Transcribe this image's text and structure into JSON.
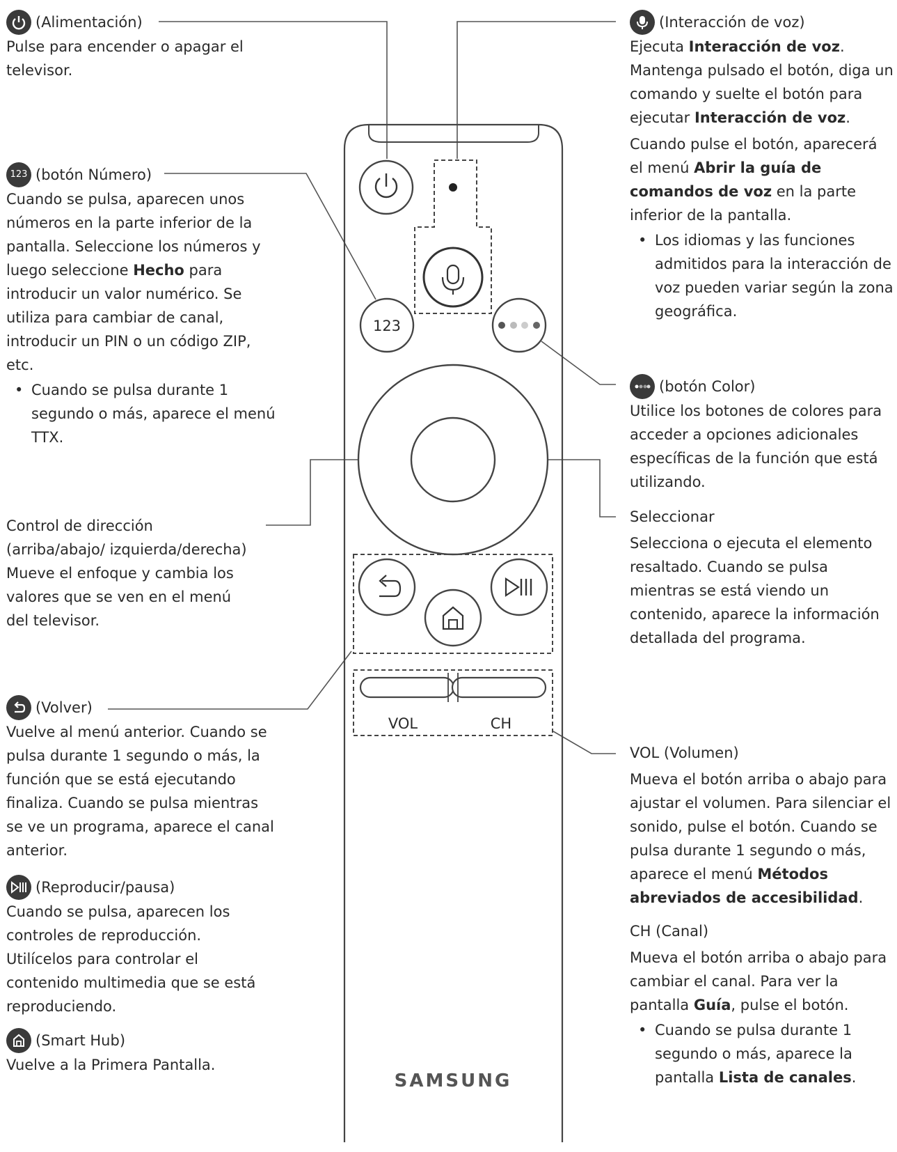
{
  "power": {
    "title": "(Alimentación)",
    "desc": "Pulse para encender o apagar el televisor."
  },
  "number": {
    "title": "(botón Número)",
    "desc": [
      {
        "t": "Cuando se pulsa, aparecen unos números en la parte inferior de la pantalla. Seleccione los números y luego seleccione "
      },
      {
        "t": "Hecho",
        "b": true
      },
      {
        "t": " para introducir un valor numérico. Se utiliza para cambiar de canal, introducir un PIN o un código ZIP, etc."
      }
    ],
    "bullet": "Cuando se pulsa durante 1 segundo o más, aparece el menú TTX.",
    "icon_text": "123",
    "button_text": "123"
  },
  "direction": {
    "title": "Control de dirección (arriba/abajo/ izquierda/derecha)",
    "desc": "Mueve el enfoque y cambia los valores que se ven en el menú del televisor."
  },
  "back": {
    "title": "(Volver)",
    "desc": "Vuelve al menú anterior. Cuando se pulsa durante 1 segundo o más, la función que se está ejecutando finaliza. Cuando se pulsa mientras se ve un programa, aparece el canal anterior."
  },
  "play": {
    "title": "(Reproducir/pausa)",
    "desc": "Cuando se pulsa, aparecen los controles de reproducción. Utilícelos para controlar el contenido multimedia que se está reproduciendo."
  },
  "smarthub": {
    "title": "(Smart Hub)",
    "desc": "Vuelve a la Primera Pantalla."
  },
  "voice": {
    "title": "(Interacción de voz)",
    "desc1": [
      {
        "t": "Ejecuta "
      },
      {
        "t": "Interacción de voz",
        "b": true
      },
      {
        "t": ". Mantenga pulsado el botón, diga un comando y suelte el botón para ejecutar "
      },
      {
        "t": "Interacción de voz",
        "b": true
      },
      {
        "t": "."
      }
    ],
    "desc2": [
      {
        "t": "Cuando pulse el botón, aparecerá el menú "
      },
      {
        "t": "Abrir la guía de comandos de voz",
        "b": true
      },
      {
        "t": " en la parte inferior de la pantalla."
      }
    ],
    "bullet": "Los idiomas y las funciones admitidos para la interacción de voz pueden variar según la zona geográfica."
  },
  "color": {
    "title": "(botón Color)",
    "desc": "Utilice los botones de colores para acceder a opciones adicionales específicas de la función que está utilizando."
  },
  "select": {
    "title": "Seleccionar",
    "desc": "Selecciona o ejecuta el elemento resaltado. Cuando se pulsa mientras se está viendo un contenido, aparece la información detallada del programa."
  },
  "vol": {
    "title": "VOL (Volumen)",
    "desc": [
      {
        "t": "Mueva el botón arriba o abajo para ajustar el volumen. Para silenciar el sonido, pulse el botón. Cuando se pulsa durante 1 segundo o más, aparece el menú "
      },
      {
        "t": "Métodos abreviados de accesibilidad",
        "b": true
      },
      {
        "t": "."
      }
    ]
  },
  "ch": {
    "title": "CH (Canal)",
    "desc": [
      {
        "t": "Mueva el botón arriba o abajo para cambiar el canal. Para ver la pantalla "
      },
      {
        "t": "Guía",
        "b": true
      },
      {
        "t": ", pulse el botón."
      }
    ],
    "bullet": [
      {
        "t": "Cuando se pulsa durante 1 segundo o más, aparece la pantalla "
      },
      {
        "t": "Lista de canales",
        "b": true
      },
      {
        "t": "."
      }
    ]
  },
  "remote": {
    "brand": "SAMSUNG",
    "vol_label": "VOL",
    "ch_label": "CH"
  },
  "colors": {
    "line": "#555555",
    "icon_bg": "#3a3a3a",
    "text": "#2a2a2a"
  }
}
